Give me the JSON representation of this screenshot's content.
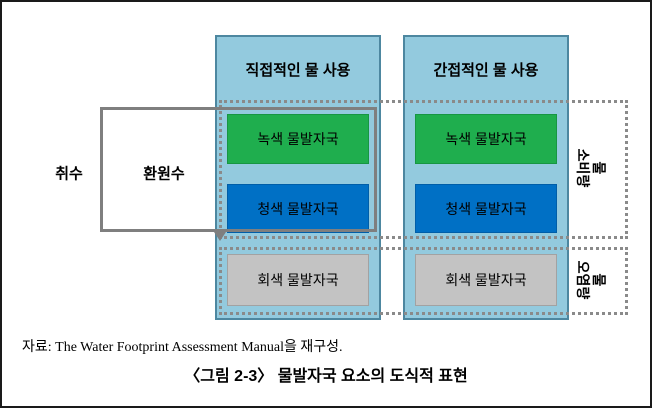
{
  "diagram": {
    "columns": [
      {
        "header": "직접적인 물 사용"
      },
      {
        "header": "간접적인 물 사용"
      }
    ],
    "footprints": {
      "green": "녹색 물발자국",
      "blue": "청색 물발자국",
      "gray": "회색 물발자국"
    },
    "flow": {
      "intake": "취수",
      "return": "환원수"
    },
    "side_labels": {
      "consumption": {
        "line1": "물",
        "line2": "소비량"
      },
      "pollution": {
        "line1": "물",
        "line2": "오염량"
      }
    },
    "colors": {
      "column_fill": "#93cade",
      "column_border": "#4d87a0",
      "green_box": "#1fae4e",
      "blue_box": "#0070c5",
      "gray_box": "#c3c3c3",
      "loop_border": "#7f7f7f",
      "dashed_border": "#8a8a8a"
    }
  },
  "source_note": "자료: The Water Footprint Assessment Manual을 재구성.",
  "caption": "〈그림 2-3〉 물발자국 요소의 도식적 표현"
}
